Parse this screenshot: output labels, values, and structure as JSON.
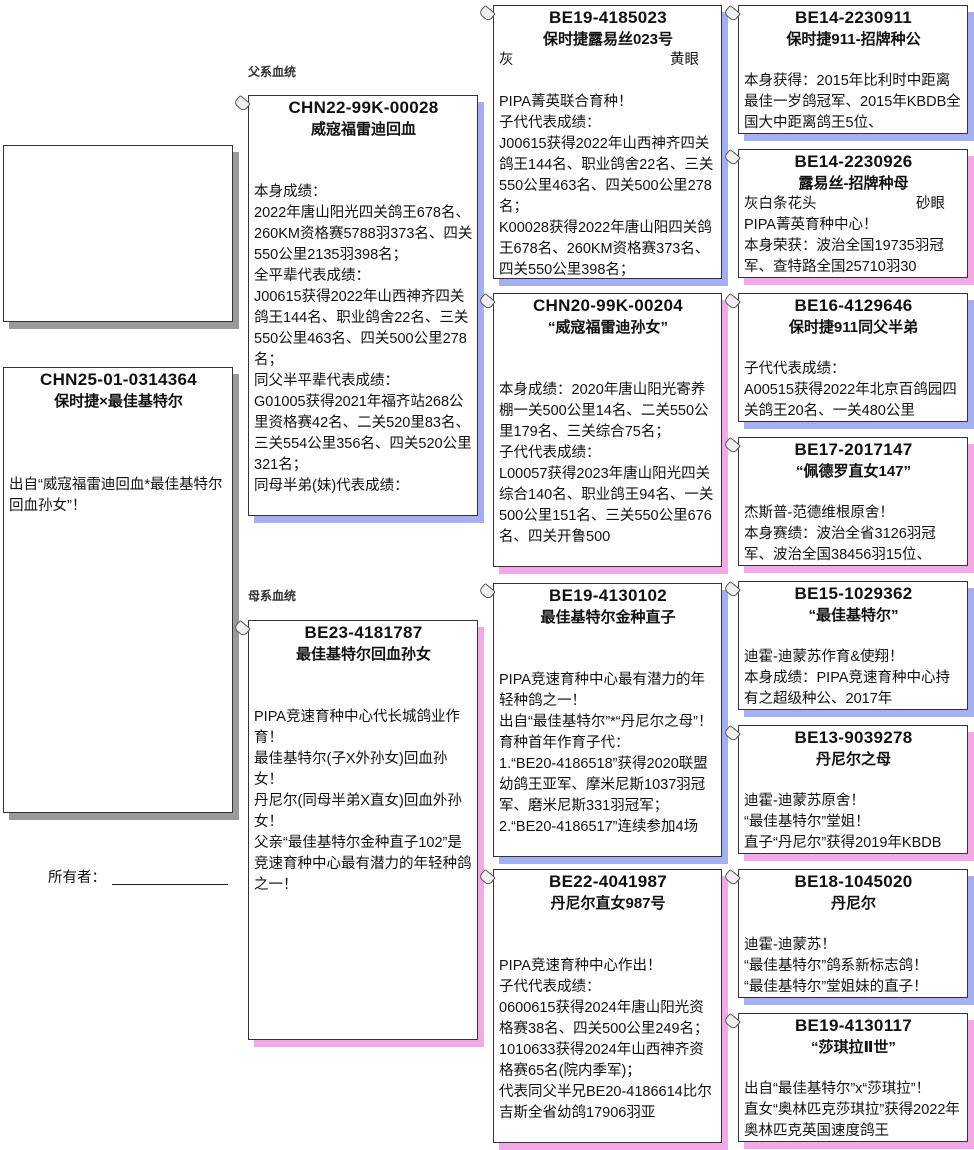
{
  "sections": {
    "sire_line": "父系血统",
    "dam_line": "母系血统"
  },
  "owner": {
    "label": "所有者："
  },
  "colors": {
    "male_shadow": "#a6aef2",
    "female_shadow": "#f3a8e8",
    "subject_shadow": "#9a9a9a"
  },
  "birds": [
    {
      "ring": "",
      "name": "",
      "body": []
    },
    {
      "ring": "CHN25-01-0314364",
      "name": "保时捷×最佳基特尔",
      "body": [
        "出自“威寇福雷迪回血*最佳基特尔回血孙女”！"
      ]
    },
    {
      "ring": "CHN22-99K-00028",
      "name": "威寇福雷迪回血",
      "body": [
        "本身成绩：",
        "2022年唐山阳光四关鸽王678名、260KM资格赛5788羽373名、四关550公里2135羽398名；",
        "全平辈代表成绩：",
        "J00615获得2022年山西神齐四关鸽王144名、职业鸽舍22名、三关550公里463名、四关500公里278名；",
        "同父半平辈代表成绩：",
        "G01005获得2021年福齐站268公里资格赛42名、二关520里83名、三关554公里356名、四关520公里321名；",
        "同母半弟(妹)代表成绩："
      ]
    },
    {
      "ring": "BE23-4181787",
      "name": "最佳基特尔回血孙女",
      "body": [
        "PIPA竞速育种中心代长城鸽业作育！",
        "最佳基特尔(子X外孙女)回血孙女！",
        "丹尼尔(同母半弟X直女)回血外孙女！",
        "父亲“最佳基特尔金种直子102”是竞速育种中心最有潜力的年轻种鸽之一！"
      ]
    },
    {
      "ring": "BE19-4185023",
      "name": "保时捷露易丝023号",
      "color": "灰",
      "eye": "黄眼",
      "body": [
        "PIPA菁英联合育种！",
        "子代代表成绩：",
        "J00615获得2022年山西神齐四关鸽王144名、职业鸽舍22名、三关550公里463名、四关500公里278名；",
        "K00028获得2022年唐山阳四关鸽王678名、260KM资格赛373名、四关550公里398名；"
      ]
    },
    {
      "ring": "CHN20-99K-00204",
      "name": "“威寇福雷迪孙女”",
      "body": [
        "本身成绩：2020年唐山阳光寄养棚一关500公里14名、二关550公里179名、三关综合75名；",
        "子代代表成绩：",
        "L00057获得2023年唐山阳光四关综合140名、职业鸽王94名、一关500公里151名、三关550公里676名、四关开鲁500"
      ]
    },
    {
      "ring": "BE19-4130102",
      "name": "最佳基特尔金种直子",
      "body": [
        "PIPA竞速育种中心最有潜力的年轻种鸽之一！",
        "出自“最佳基特尔”*“丹尼尔之母”！",
        "育种首年作育子代：",
        "1.“BE20-4186518”获得2020联盟幼鸽王亚军、摩米尼斯1037羽冠军、磨米尼斯331羽冠军；",
        "2.“BE20-4186517”连续参加4场"
      ]
    },
    {
      "ring": "BE22-4041987",
      "name": "丹尼尔直女987号",
      "body": [
        "PIPA竞速育种中心作出！",
        "子代代表成绩：",
        "0600615获得2024年唐山阳光资格赛38名、四关500公里249名；",
        "1010633获得2024年山西神齐资格赛65名(院内季军)；",
        "代表同父半兄BE20-4186614比尔吉斯全省幼鸽17906羽亚"
      ]
    },
    {
      "ring": "BE14-2230911",
      "name": "保时捷911-招牌种公",
      "body": [
        "本身获得：2015年比利时中距离最佳一岁鸽冠军、2015年KBDB全国大中距离鸽王5位、"
      ]
    },
    {
      "ring": "BE14-2230926",
      "name": "露易丝-招牌种母",
      "color": "灰白条花头",
      "eye": "砂眼",
      "body": [
        "PIPA菁英育种中心！",
        "本身荣获：波治全国19735羽冠军、查特路全国25710羽30"
      ]
    },
    {
      "ring": "BE16-4129646",
      "name": "保时捷911同父半弟",
      "body": [
        "子代代表成绩：",
        "A00515获得2022年北京百鸽园四关鸽王20名、一关480公里"
      ]
    },
    {
      "ring": "BE17-2017147",
      "name": "“佩德罗直女147”",
      "body": [
        "杰斯普-范德维根原舍！",
        "本身赛绩：波治全省3126羽冠军、波治全国38456羽15位、"
      ]
    },
    {
      "ring": "BE15-1029362",
      "name": "“最佳基特尔”",
      "body": [
        "迪霍-迪蒙苏作育&使翔！",
        "本身成绩：PIPA竞速育种中心持有之超级种公、2017年"
      ]
    },
    {
      "ring": "BE13-9039278",
      "name": "丹尼尔之母",
      "body": [
        "迪霍-迪蒙苏原舍！",
        "“最佳基特尔”堂姐！",
        "直子“丹尼尔”获得2019年KBDB"
      ]
    },
    {
      "ring": "BE18-1045020",
      "name": "丹尼尔",
      "body": [
        "迪霍-迪蒙苏！",
        "“最佳基特尔”鸽系新标志鸽！",
        "“最佳基特尔”堂姐妹的直子！"
      ]
    },
    {
      "ring": "BE19-4130117",
      "name": "“莎琪拉Ⅱ世”",
      "body": [
        "出自“最佳基特尔”x“莎琪拉”！",
        "直女“奥林匹克莎琪拉”获得2022年奥林匹克英国速度鸽王"
      ]
    }
  ]
}
